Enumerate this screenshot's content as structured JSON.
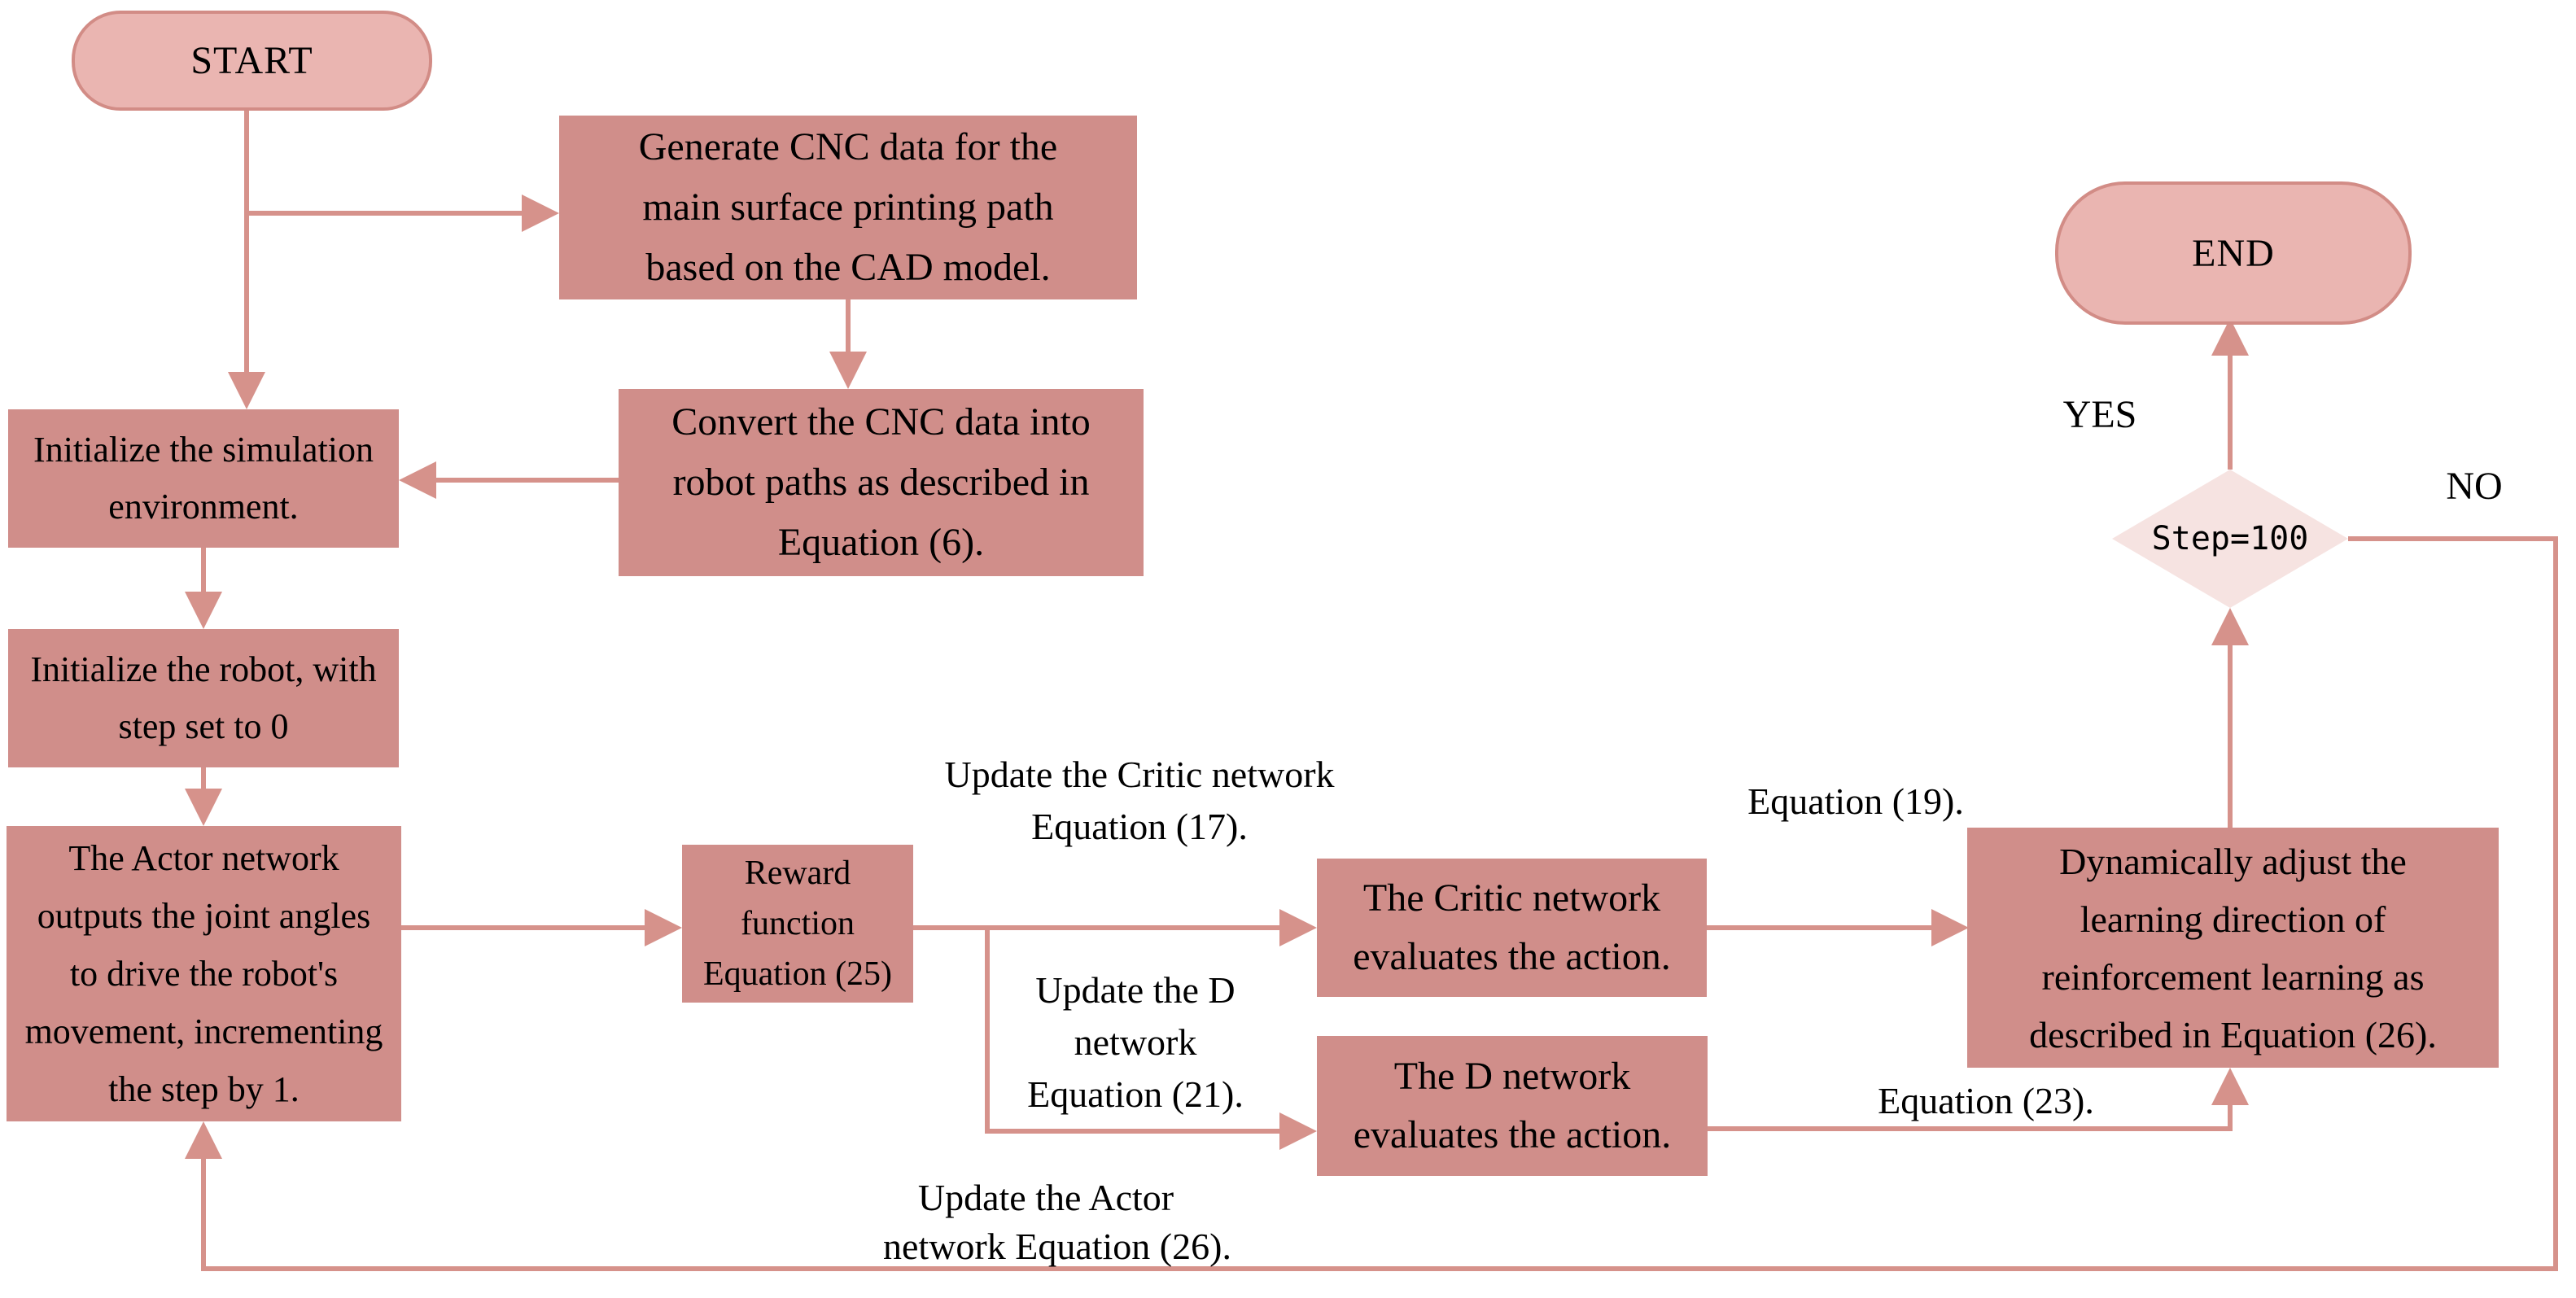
{
  "diagram": {
    "title_hint": "Reinforcement-learning robot printing flowchart",
    "colors": {
      "box_fill": "#d08e8a",
      "pill_fill": "#eab5b1",
      "pill_border": "#d28c86",
      "diamond_fill": "#f6e3e1",
      "connector": "#d6928b",
      "text": "#000000"
    },
    "nodes": {
      "start": "START",
      "end": "END",
      "generate_cnc": {
        "lines": [
          "Generate CNC data for the",
          "main surface printing path",
          "based on the CAD model."
        ]
      },
      "convert_cnc": {
        "lines": [
          "Convert the CNC data into",
          "robot paths as described in",
          "Equation (6)."
        ]
      },
      "init_sim": {
        "lines": [
          "Initialize the simulation",
          "environment."
        ]
      },
      "init_robot": {
        "lines": [
          "Initialize the robot, with",
          "step set to 0"
        ]
      },
      "actor": {
        "lines": [
          "The Actor network",
          "outputs the joint angles",
          "to drive the robot's",
          "movement, incrementing",
          "the step by 1."
        ]
      },
      "reward": {
        "lines": [
          "Reward",
          "function",
          "Equation (25)"
        ]
      },
      "critic": {
        "lines": [
          "The Critic network",
          "evaluates the action."
        ]
      },
      "d_network": {
        "lines": [
          "The D network",
          "evaluates the action."
        ]
      },
      "dynamic": {
        "lines": [
          "Dynamically adjust the",
          "learning direction of",
          "reinforcement learning as",
          "described in Equation (26)."
        ]
      },
      "decision": "Step=100"
    },
    "edge_labels": {
      "update_critic": {
        "lines": [
          "Update the Critic network",
          "Equation (17)."
        ]
      },
      "update_d": {
        "lines": [
          "Update the D",
          "network",
          "Equation (21)."
        ]
      },
      "update_actor": {
        "lines": [
          "Update the Actor",
          "network  Equation (26)."
        ]
      },
      "eq19": "Equation (19).",
      "eq23": "Equation (23).",
      "yes": "YES",
      "no": "NO"
    }
  }
}
